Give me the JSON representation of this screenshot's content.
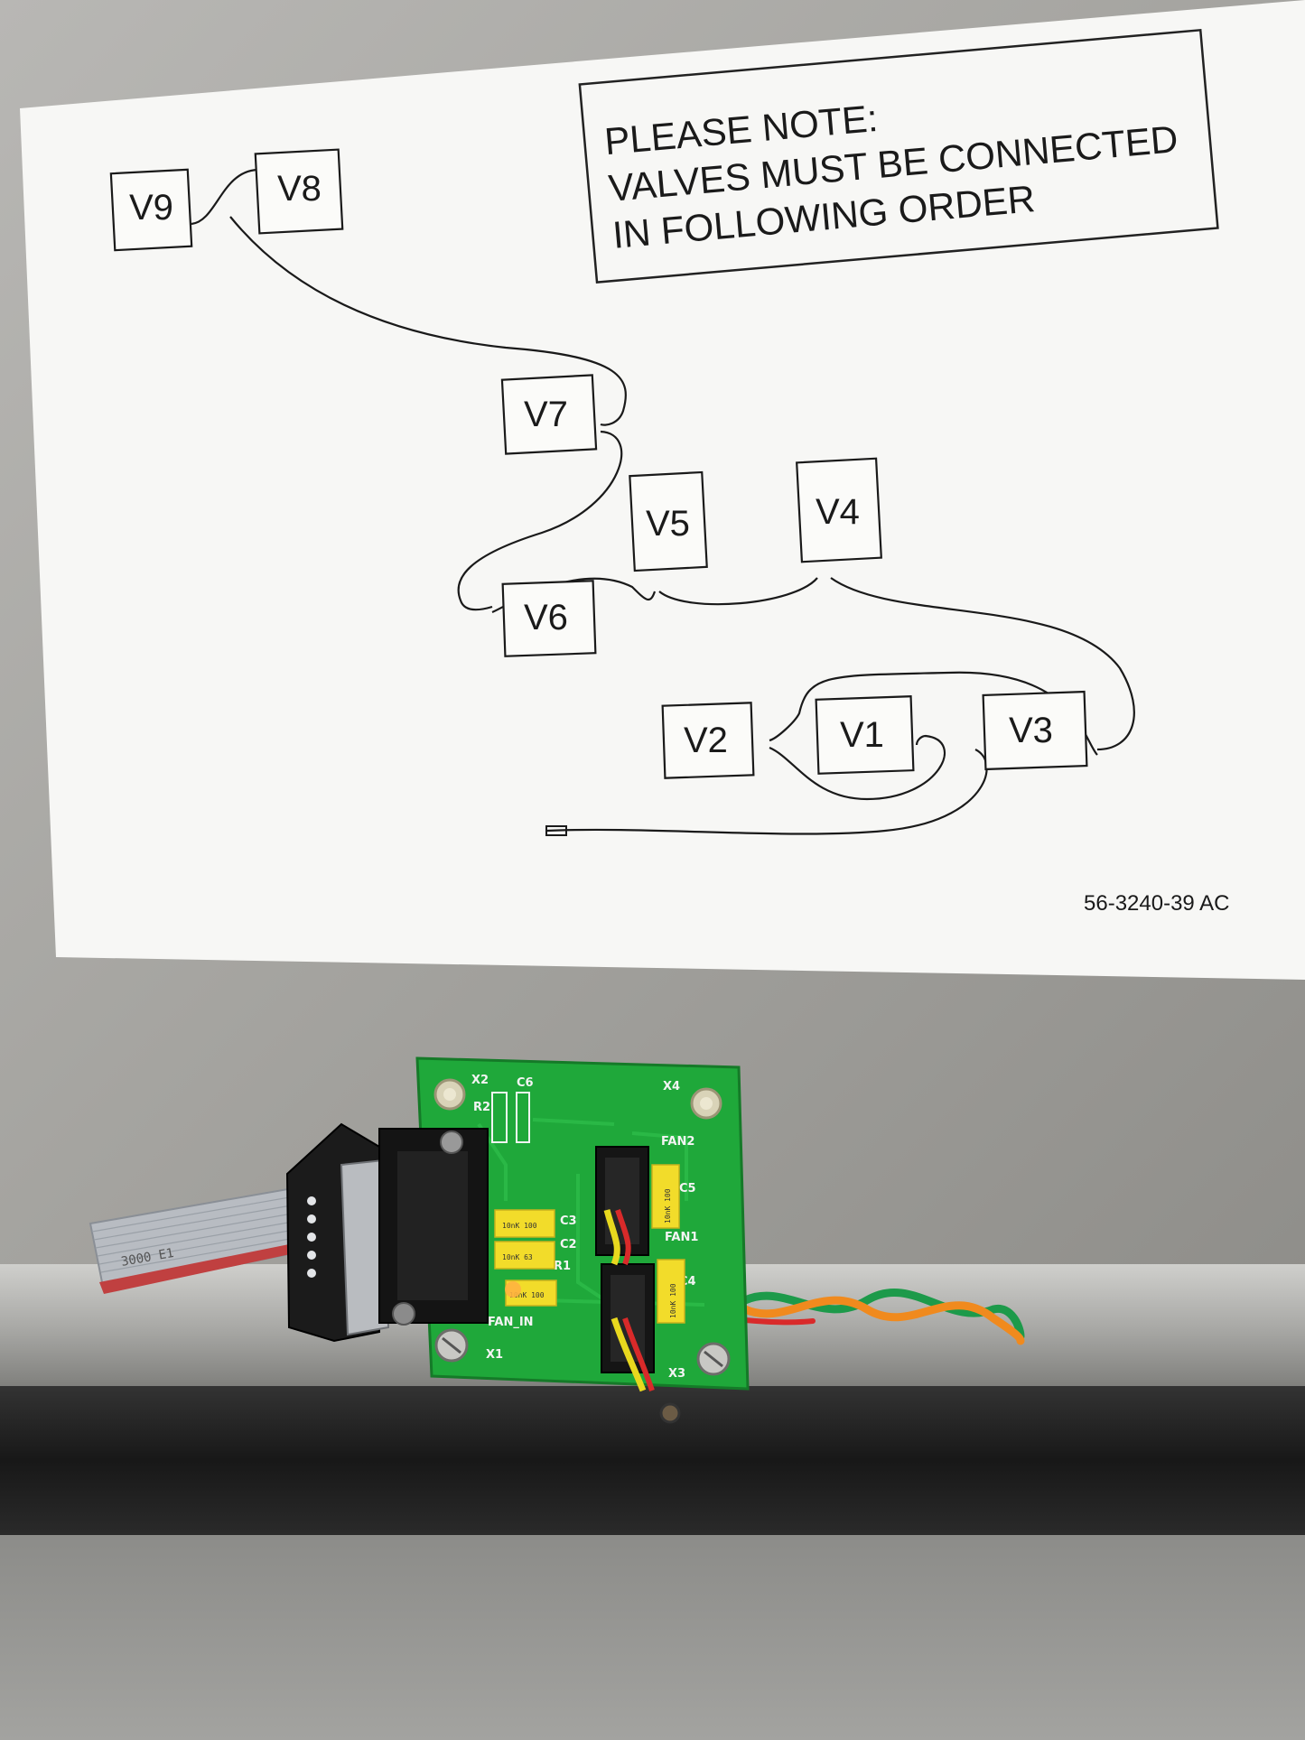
{
  "sign": {
    "note_lines": [
      "PLEASE NOTE:",
      "VALVES MUST BE CONNECTED",
      "IN FOLLOWING ORDER"
    ],
    "valves": [
      "V9",
      "V8",
      "V7",
      "V5",
      "V4",
      "V6",
      "V2",
      "V1",
      "V3"
    ],
    "doc_number": "56-3240-39 AC"
  },
  "pcb": {
    "labels": [
      "X2",
      "C6",
      "R2",
      "X4",
      "FAN2",
      "C5",
      "FAN1",
      "C4",
      "C3",
      "C2",
      "R1",
      "FAN_IN",
      "X1",
      "X3"
    ],
    "capacitor_marks": [
      "10nK 100",
      "10nK 63",
      "10nK 100",
      "10nK 100",
      "10nK 100"
    ]
  },
  "ribbon_cable": {
    "marking": "3000 E1"
  },
  "colors": {
    "pcb_green": "#1fa83a",
    "capacitor_yellow": "#f2dc2a",
    "wire_orange": "#f08a1e",
    "wire_green": "#1d9a4a"
  }
}
